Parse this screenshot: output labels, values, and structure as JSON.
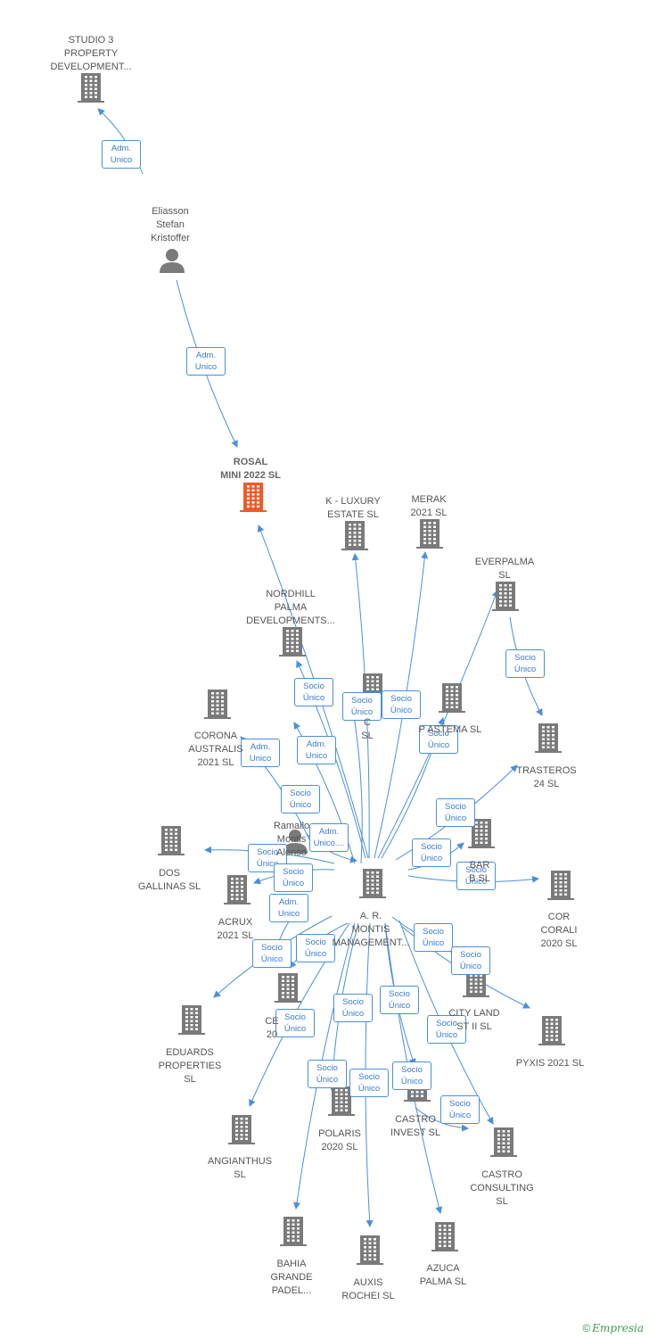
{
  "colors": {
    "edge": "#4a90d9",
    "company": "#7a7a7a",
    "focus_company": "#f05a28",
    "person": "#7a7a7a"
  },
  "nodes": [
    {
      "id": "studio3",
      "type": "company",
      "label": "STUDIO 3\nPROPERTY\nDEVELOPMENT..."
    },
    {
      "id": "eliasson",
      "type": "person",
      "label": "Eliasson\nStefan\nKristoffer"
    },
    {
      "id": "rosal",
      "type": "company",
      "focus": true,
      "label": "ROSAL\nMINI 2022  SL"
    },
    {
      "id": "kluxury",
      "type": "company",
      "label": "K -  LUXURY\nESTATE  SL"
    },
    {
      "id": "merak",
      "type": "company",
      "label": "MERAK\n2021  SL"
    },
    {
      "id": "everpalma",
      "type": "company",
      "label": "EVERPALMA\nSL"
    },
    {
      "id": "nordhill",
      "type": "company",
      "label": "NORDHILL\nPALMA\nDEVELOPMENTS..."
    },
    {
      "id": "corona",
      "type": "company",
      "label": "CORONA\nAUSTRALIS\n2021  SL"
    },
    {
      "id": "c_sl",
      "type": "company",
      "label": "C\nSL"
    },
    {
      "id": "prastema",
      "type": "company",
      "label": "P   ASTEMA  SL"
    },
    {
      "id": "trasteros",
      "type": "company",
      "label": "TRASTEROS\n24  SL"
    },
    {
      "id": "ramallo",
      "type": "person",
      "label": "Ramallo\nMontis\nAlonso"
    },
    {
      "id": "bar",
      "type": "company",
      "label": "BAR\nB      SL"
    },
    {
      "id": "dos",
      "type": "company",
      "label": "DOS\nGALLINAS  SL"
    },
    {
      "id": "acrux",
      "type": "company",
      "label": "ACRUX\n2021  SL"
    },
    {
      "id": "armontis",
      "type": "company",
      "label": "A.  R.\nMONTIS\nMANAGEMENT..."
    },
    {
      "id": "corcorali",
      "type": "company",
      "label": "COR\nCORALI\n2020  SL"
    },
    {
      "id": "eduards",
      "type": "company",
      "label": "EDUARDS\nPROPERTIES\nSL"
    },
    {
      "id": "ce20",
      "type": "company",
      "label": "CE\n20"
    },
    {
      "id": "cityland",
      "type": "company",
      "label": "CITY LAND\nST II  SL"
    },
    {
      "id": "pyxis",
      "type": "company",
      "label": "PYXIS 2021  SL"
    },
    {
      "id": "angianthus",
      "type": "company",
      "label": "ANGIANTHUS\nSL"
    },
    {
      "id": "polaris",
      "type": "company",
      "label": "POLARIS\n2020  SL"
    },
    {
      "id": "castroinvest",
      "type": "company",
      "label": "CASTRO\nINVEST  SL"
    },
    {
      "id": "castroconsult",
      "type": "company",
      "label": "CASTRO\nCONSULTING\nSL"
    },
    {
      "id": "bahia",
      "type": "company",
      "label": "BAHIA\nGRANDE\nPADEL..."
    },
    {
      "id": "auxis",
      "type": "company",
      "label": "AUXIS\nROCHEI  SL"
    },
    {
      "id": "azuca",
      "type": "company",
      "label": "AZUCA\nPALMA  SL"
    }
  ],
  "edges": [
    {
      "from": "eliasson",
      "to": "studio3",
      "label": "Adm.\nUnico"
    },
    {
      "from": "eliasson",
      "to": "rosal",
      "label": "Adm.\nUnico"
    },
    {
      "from": "armontis",
      "to": "rosal",
      "label": "Socio\nÚnico"
    },
    {
      "from": "armontis",
      "to": "kluxury",
      "label": "Socio\nÚnico"
    },
    {
      "from": "armontis",
      "to": "merak",
      "label": "Socio\nÚnico"
    },
    {
      "from": "armontis",
      "to": "everpalma",
      "label": "Socio\nÚnico"
    },
    {
      "from": "everpalma",
      "to": "trasteros",
      "label": "Socio\nÚnico"
    },
    {
      "from": "armontis",
      "to": "nordhill",
      "label": "Socio\nÚnico"
    },
    {
      "from": "ramallo",
      "to": "corona",
      "label": "Adm.\nUnico"
    },
    {
      "from": "armontis",
      "to": "c_sl",
      "label": "Adm.\nUnico"
    },
    {
      "from": "armontis",
      "to": "prastema",
      "label": "Socio\nÚnico"
    },
    {
      "from": "armontis",
      "to": "trasteros",
      "label": "Socio\nÚnico"
    },
    {
      "from": "armontis",
      "to": "corona",
      "label": "Socio\nÚnico"
    },
    {
      "from": "ramallo",
      "to": "armontis",
      "label": "Adm.\nUnico...."
    },
    {
      "from": "armontis",
      "to": "bar",
      "label": "Socio\nÚnico"
    },
    {
      "from": "armontis",
      "to": "corcorali",
      "label": "Socio\nÚnico"
    },
    {
      "from": "armontis",
      "to": "dos",
      "label": "Socio\nÚnico"
    },
    {
      "from": "armontis",
      "to": "acrux",
      "label": "Socio\nÚnico"
    },
    {
      "from": "ramallo",
      "to": "acrux",
      "label": "Adm.\nUnico"
    },
    {
      "from": "armontis",
      "to": "eduards",
      "label": "Socio\nÚnico"
    },
    {
      "from": "armontis",
      "to": "ce20",
      "label": "Socio\nÚnico"
    },
    {
      "from": "armontis",
      "to": "cityland",
      "label": "Socio\nÚnico"
    },
    {
      "from": "armontis",
      "to": "pyxis",
      "label": "Socio\nÚnico"
    },
    {
      "from": "armontis",
      "to": "angianthus",
      "label": "Socio\nÚnico"
    },
    {
      "from": "armontis",
      "to": "polaris",
      "label": "Socio\nÚnico"
    },
    {
      "from": "armontis",
      "to": "castroinvest",
      "label": "Socio\nÚnico"
    },
    {
      "from": "armontis",
      "to": "castroconsult",
      "label": "Socio\nÚnico"
    },
    {
      "from": "armontis",
      "to": "bahia",
      "label": "Socio\nÚnico"
    },
    {
      "from": "armontis",
      "to": "auxis",
      "label": "Socio\nÚnico"
    },
    {
      "from": "armontis",
      "to": "azuca",
      "label": "Socio\nÚnico"
    },
    {
      "from": "castroinvest",
      "to": "castroconsult",
      "label": "Socio\nÚnico"
    }
  ],
  "footer": {
    "copyright": "©",
    "brand": "Empresia"
  }
}
